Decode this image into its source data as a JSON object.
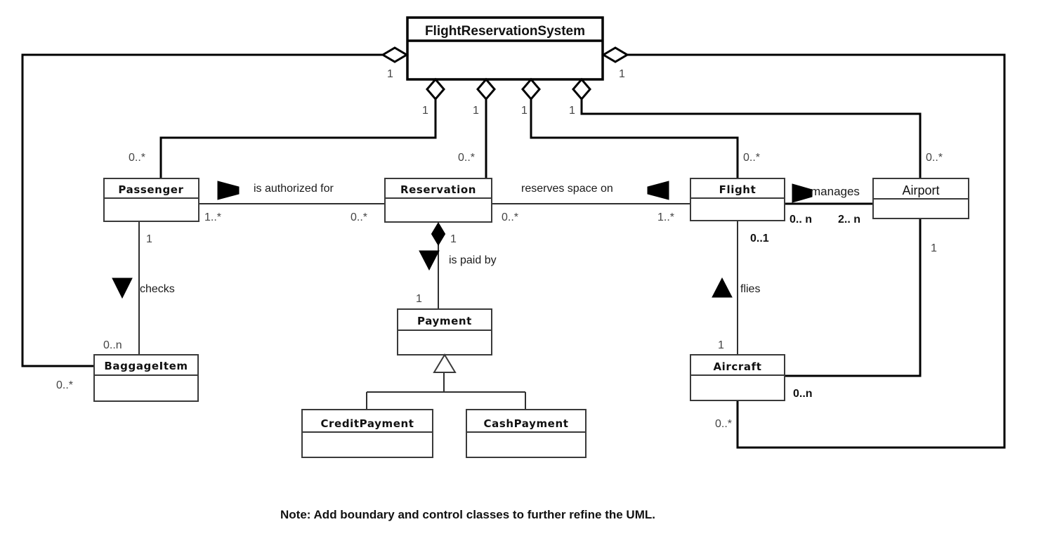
{
  "diagram": {
    "kind": "uml-class-diagram",
    "title_text": "FlightReservationSystem",
    "note": "Note: Add boundary and control classes to further refine the UML.",
    "stroke_color": "#000000",
    "box_fill": "#ffffff",
    "background": "#ffffff"
  },
  "classes": {
    "system": {
      "name": "FlightReservationSystem"
    },
    "passenger": {
      "name": "Passenger"
    },
    "reservation": {
      "name": "Reservation"
    },
    "flight": {
      "name": "Flight"
    },
    "airport": {
      "name": "Airport"
    },
    "baggage_item": {
      "name": "BaggageItem"
    },
    "payment": {
      "name": "Payment"
    },
    "credit_payment": {
      "name": "CreditPayment"
    },
    "cash_payment": {
      "name": "CashPayment"
    },
    "aircraft": {
      "name": "Aircraft"
    }
  },
  "associations": {
    "is_authorized_for": {
      "label": "is authorized for",
      "source_mult": "1..*",
      "target_mult": "0..*"
    },
    "reserves_space_on": {
      "label": "reserves space on",
      "source_mult": "0..*",
      "target_mult": "1..*"
    },
    "manages": {
      "label": "manages",
      "source_mult": "0.. n",
      "target_mult": "2.. n"
    },
    "checks": {
      "label": "checks",
      "source_mult": "1",
      "target_mult": "0..n"
    },
    "is_paid_by": {
      "label": "is paid by",
      "source_mult": "1",
      "target_mult": "1"
    },
    "flies": {
      "label": "flies",
      "source_mult": "0..1",
      "target_mult": "1"
    }
  },
  "aggregations": {
    "system_to_baggage": {
      "system_mult": "1",
      "part_mult": "0..*"
    },
    "system_to_airport": {
      "system_mult": "1",
      "part_mult": "0..*"
    },
    "system_to_passenger": {
      "system_mult": "1",
      "part_mult": "0..*"
    },
    "system_to_reservation": {
      "system_mult": "1",
      "part_mult": "0..*"
    },
    "system_to_flight": {
      "system_mult": "1",
      "part_mult": "0..*"
    },
    "system_to_airport_right": {
      "system_mult": "1",
      "part_mult": "0..*"
    }
  },
  "airport_aircraft": {
    "airport_mult": "1",
    "aircraft_mult": "0..n"
  },
  "aircraft_airport_bottom": {
    "aircraft_mult": "0..*"
  },
  "multiplicity_labels": {
    "sys_left_1": "1",
    "sys_right_1": "1",
    "sys_d1": "1",
    "sys_d2": "1",
    "sys_d3": "1",
    "sys_d4": "1",
    "passenger_top": "0..*",
    "reservation_top": "0..*",
    "flight_top": "0..*",
    "airport_top": "0..*",
    "baggage_left": "0..*",
    "passenger_checks_1": "1",
    "baggage_checks_0n": "0..n",
    "passenger_auth_1star": "1..*",
    "reservation_auth_0star": "0..*",
    "reservation_res_0star": "0..*",
    "flight_res_1star": "1..*",
    "flight_manages_0n": "0.. n",
    "airport_manages_2n": "2.. n",
    "reservation_paid_1": "1",
    "payment_paid_1": "1",
    "flight_flies_01": "0..1",
    "aircraft_flies_1": "1",
    "airport_aircraft_1": "1",
    "aircraft_airport_0n": "0..n",
    "aircraft_bottom_0star": "0..*"
  },
  "generalization": {
    "parent": "Payment",
    "children": [
      "CreditPayment",
      "CashPayment"
    ],
    "arrow": "hollow-triangle"
  }
}
